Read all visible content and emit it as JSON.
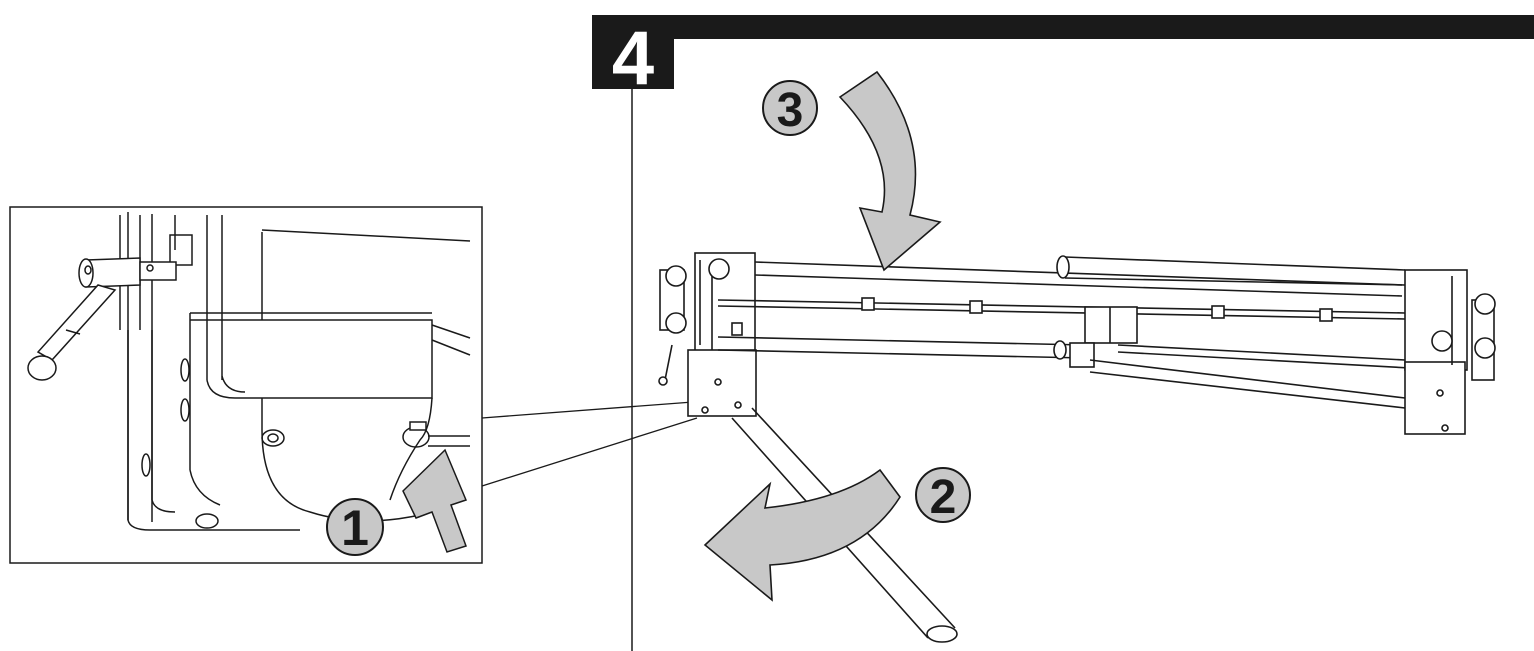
{
  "step": {
    "number": "4"
  },
  "callouts": [
    {
      "id": "c1",
      "label": "1"
    },
    {
      "id": "c2",
      "label": "2"
    },
    {
      "id": "c3",
      "label": "3"
    }
  ],
  "colors": {
    "ink": "#1a1a1a",
    "arrow_fill": "#c8c8c8",
    "callout_fill": "#c8c8c8",
    "header_bar": "#1a1a1a",
    "background": "#ffffff"
  },
  "icons": {
    "step_badge": "step-number-badge",
    "rotate_arrow": "curved-arrow-icon",
    "push_arrow": "straight-arrow-icon"
  }
}
